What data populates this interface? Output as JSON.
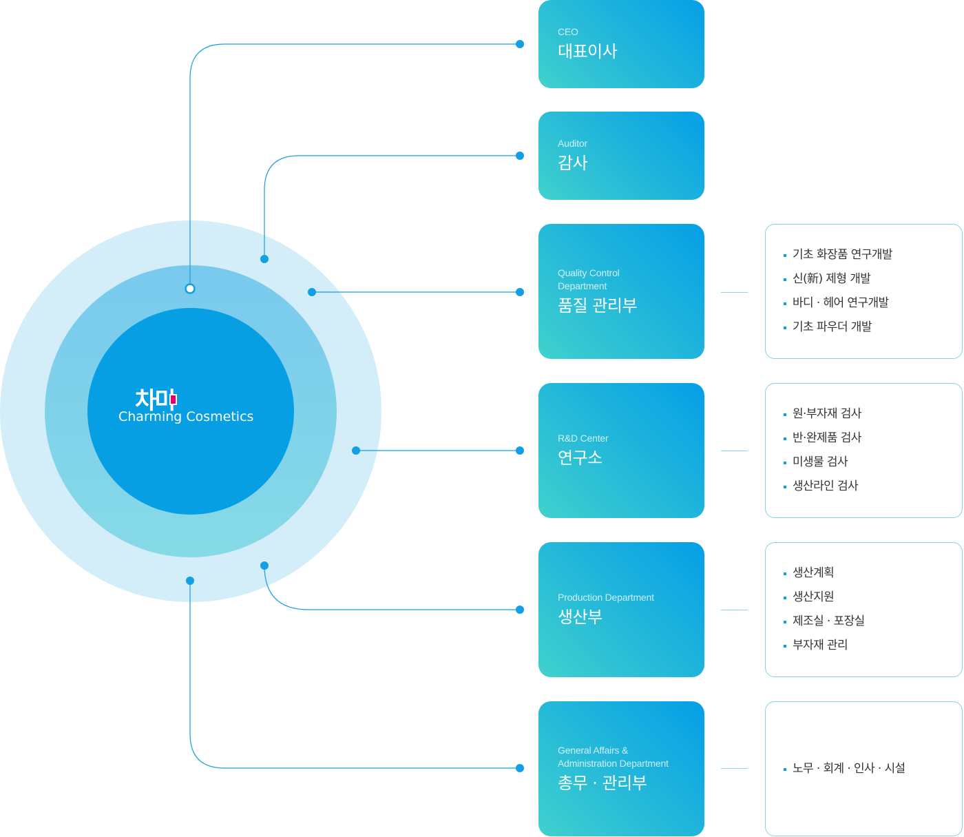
{
  "logo": {
    "ko": "차미",
    "en": "Charming Cosmetics"
  },
  "departments": [
    {
      "id": "ceo",
      "en": "CEO",
      "ko": "대표이사",
      "duties": []
    },
    {
      "id": "auditor",
      "en": "Auditor",
      "ko": "감사",
      "duties": []
    },
    {
      "id": "qc",
      "en": "Quality Control\nDepartment",
      "ko": "품질 관리부",
      "duties": [
        "기초 화장품 연구개발",
        "신(新) 제형 개발",
        "바디 · 헤어 연구개발",
        "기초 파우더 개발"
      ]
    },
    {
      "id": "rnd",
      "en": "R&D Center",
      "ko": "연구소",
      "duties": [
        "원·부자재 검사",
        "반·완제품 검사",
        "미생물 검사",
        "생산라인 검사"
      ]
    },
    {
      "id": "production",
      "en": "Production Department",
      "ko": "생산부",
      "duties": [
        "생산계획",
        "생산지원",
        "제조실 · 포장실",
        "부자재 관리"
      ]
    },
    {
      "id": "admin",
      "en": "General Affairs &\nAdministration Department",
      "ko": "총무 · 관리부",
      "duties": [
        "노무 · 회계 · 인사 · 시설"
      ]
    }
  ],
  "colors": {
    "outer_ring": "#d1edf7",
    "middle_ring": "#7fd4e8",
    "core": "#079fe3",
    "line": "#139fe3",
    "card_start": "#40d1cd",
    "card_end": "#049fe7",
    "logo_accent": "#e6006f"
  }
}
